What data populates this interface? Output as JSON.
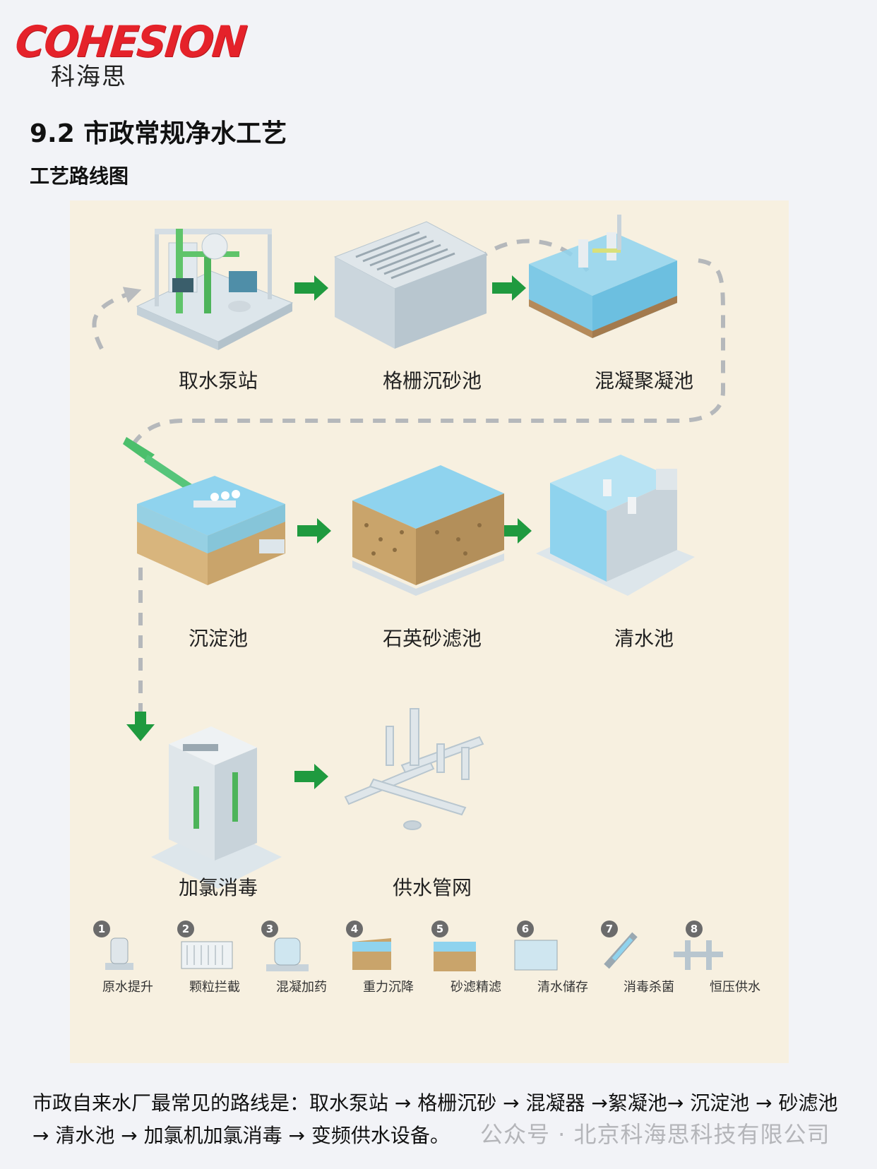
{
  "brand": {
    "logo_text": "COHESION",
    "logo_cn": "科海思"
  },
  "section_title": "9.2 市政常规净水工艺",
  "sub_title": "工艺路线图",
  "steps": [
    {
      "label": "取水泵站"
    },
    {
      "label": "格栅沉砂池"
    },
    {
      "label": "混凝聚凝池"
    },
    {
      "label": "沉淀池"
    },
    {
      "label": "石英砂滤池"
    },
    {
      "label": "清水池"
    },
    {
      "label": "加氯消毒"
    },
    {
      "label": "供水管网"
    }
  ],
  "legend": [
    {
      "num": "1",
      "label": "原水提升"
    },
    {
      "num": "2",
      "label": "颗粒拦截"
    },
    {
      "num": "3",
      "label": "混凝加药"
    },
    {
      "num": "4",
      "label": "重力沉降"
    },
    {
      "num": "5",
      "label": "砂滤精滤"
    },
    {
      "num": "6",
      "label": "清水储存"
    },
    {
      "num": "7",
      "label": "消毒杀菌"
    },
    {
      "num": "8",
      "label": "恒压供水"
    }
  ],
  "summary": "市政自来水厂最常见的路线是：取水泵站 → 格栅沉砂 → 混凝器 →絮凝池→ 沉淀池 → 砂滤池 → 清水池 → 加氯机加氯消毒 → 变频供水设备。",
  "watermark": "公众号 · 北京科海思科技有限公司",
  "colors": {
    "arrow": "#1f9a3f",
    "water": "#8fd3ee",
    "structure": "#cfdbe2",
    "panel": "#f7f0e0",
    "logo": "#e5222a"
  }
}
